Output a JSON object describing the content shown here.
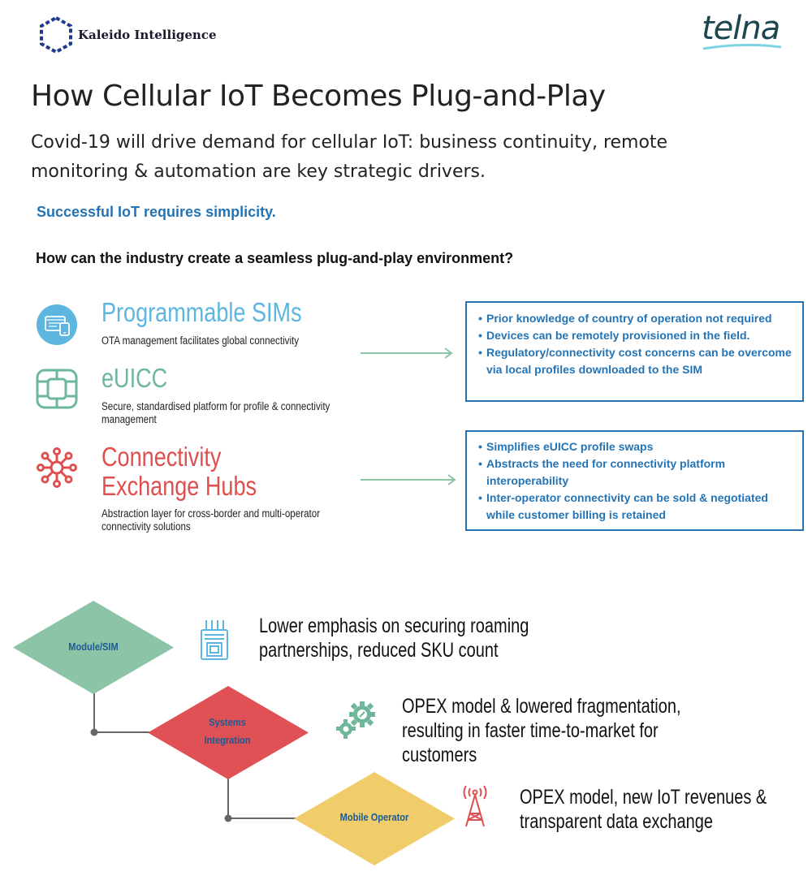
{
  "header": {
    "left_brand": "Kaleido Intelligence",
    "right_brand": "telna"
  },
  "title": "How Cellular IoT Becomes Plug-and-Play",
  "subtitle": "Covid-19 will drive demand for cellular IoT: business continuity, remote monitoring & automation are key strategic drivers.",
  "lead": "Successful IoT requires simplicity.",
  "question": "How can the industry create a seamless plug-and-play environment?",
  "features": [
    {
      "title": "Programmable SIMs",
      "desc": "OTA management facilitates global connectivity",
      "icon": "programmable-sim-icon",
      "color": "#5db6e0"
    },
    {
      "title": "eUICC",
      "desc": "Secure, standardised platform for profile & connectivity management",
      "icon": "sim-chip-icon",
      "color": "#6fb79a"
    },
    {
      "title": "Connectivity Exchange Hubs",
      "desc": "Abstraction layer for cross-border and multi-operator connectivity solutions",
      "icon": "network-hub-icon",
      "color": "#de4f4f"
    }
  ],
  "boxes": [
    {
      "items": [
        "Prior knowledge of country of operation not required",
        "Devices can be remotely provisioned in the field.",
        "Regulatory/connectivity cost concerns can be overcome via local profiles downloaded to the SIM"
      ]
    },
    {
      "items": [
        "Simplifies eUICC profile swaps",
        "Abstracts the need for connectivity platform interoperability",
        "Inter-operator connectivity can be sold & negotiated while customer billing is retained"
      ]
    }
  ],
  "flow": [
    {
      "label": "Module/SIM",
      "benefit": "Lower emphasis on securing roaming partnerships, reduced SKU count",
      "icon": "module-chip-icon",
      "color": "#8cc4a8"
    },
    {
      "label": "Systems Integration",
      "benefit": "OPEX model & lowered fragmentation, resulting in faster time-to-market for customers",
      "icon": "gears-icon",
      "color": "#df5154"
    },
    {
      "label": "Mobile Operator",
      "benefit": "OPEX model, new IoT revenues & transparent data exchange",
      "icon": "cell-tower-icon",
      "color": "#f0cc6a"
    }
  ],
  "colors": {
    "accent_blue": "#2474b5",
    "arrow_green": "#8cc4a8",
    "connector_grey": "#666666"
  }
}
